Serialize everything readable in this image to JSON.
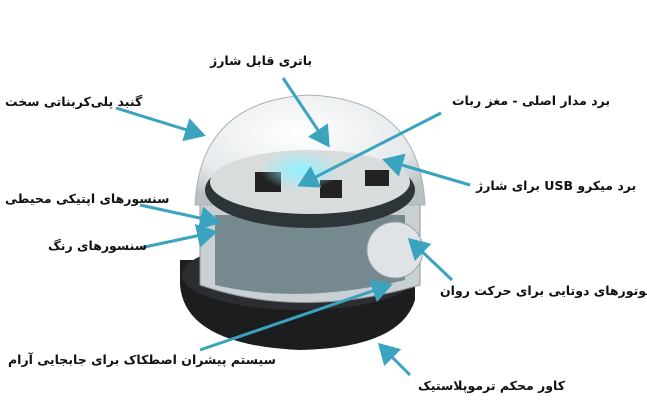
{
  "labels": {
    "battery": "باتری قابل شارژ",
    "dome": "گنبد پلی‌کربناتی سخت",
    "main_board": "برد مدار اصلی - مغز ربات",
    "usb_board": "برد میکرو USB برای شارژ",
    "optical_sensors": "سنسورهای اپتیکی  محیطی",
    "color_sensors": "سنسورهای رنگ",
    "micromotors": "میکروموتورهای دوتایی برای حرکت روان",
    "drive_system": "سیستم پیشران اصطکاک برای جابجایی آرام",
    "shell": "کاور محکم ترموپلاستیک"
  },
  "colors": {
    "arrow": "#3aa3bf",
    "text": "#111111"
  }
}
